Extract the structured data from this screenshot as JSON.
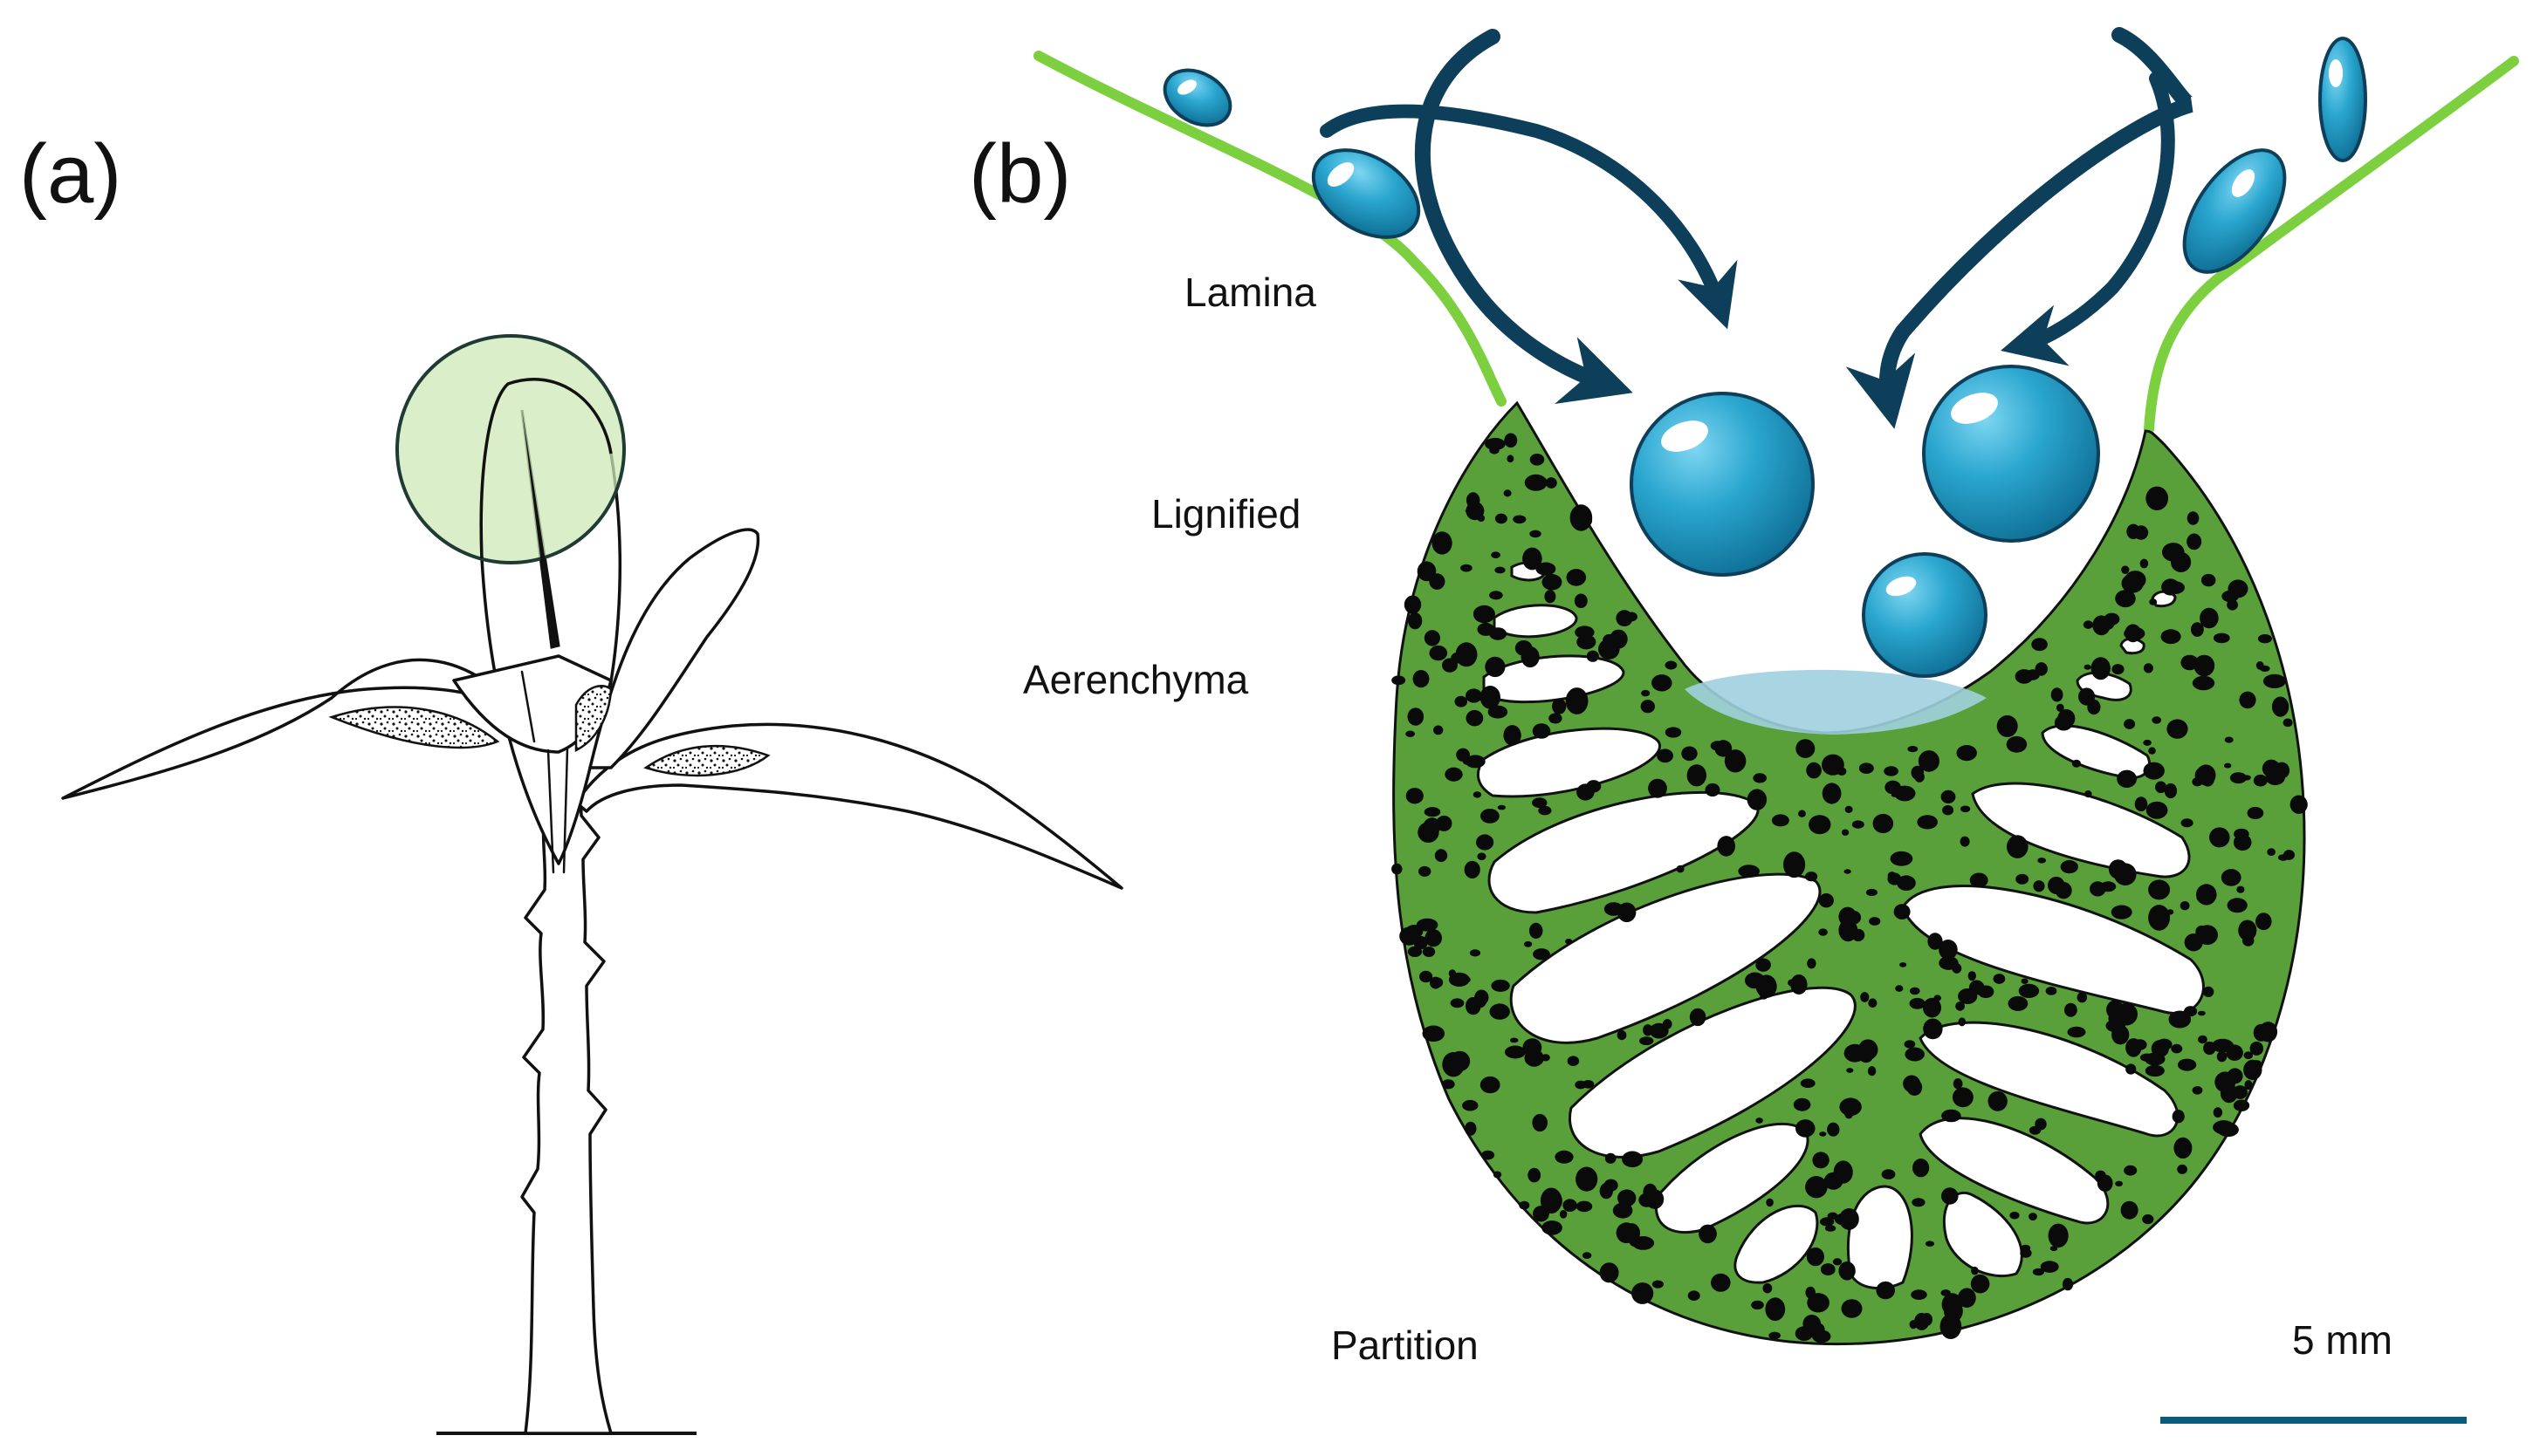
{
  "panels": {
    "a": {
      "label": "(a)"
    },
    "b": {
      "label": "(b)"
    }
  },
  "labels": {
    "lamina": "Lamina",
    "lignified": "Lignified",
    "aerenchyma": "Aerenchyma",
    "partition": "Partition"
  },
  "scale_bar": {
    "label": "5 mm",
    "color": "#0b5a7a"
  },
  "colors": {
    "tissue_green": "#5aa03a",
    "lamina_green": "#7ccf3f",
    "highlight_circle": "#cfe8b8",
    "water_drop": "#2aa6cf",
    "arrow": "#0e3f5a",
    "pool": "#9fd0de"
  }
}
